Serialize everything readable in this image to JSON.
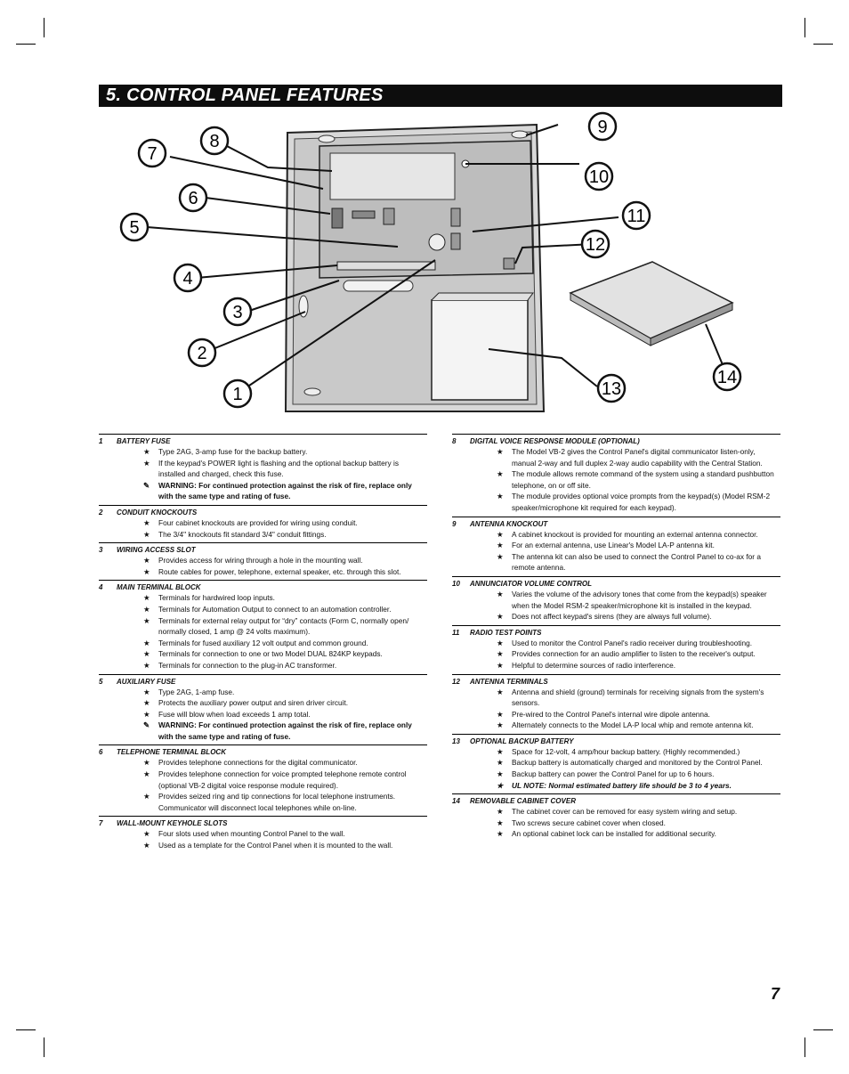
{
  "header": {
    "title": "5.   CONTROL PANEL FEATURES"
  },
  "figure": {
    "callouts": [
      "1",
      "2",
      "3",
      "4",
      "5",
      "6",
      "7",
      "8",
      "9",
      "10",
      "11",
      "12",
      "13",
      "14"
    ]
  },
  "left_sections": [
    {
      "num": "1",
      "title": "BATTERY FUSE",
      "items": [
        {
          "mark": "★",
          "text": "Type 2AG, 3-amp fuse for the backup battery."
        },
        {
          "mark": "★",
          "text": "If the keypad's POWER light is flashing and the optional backup battery is installed and charged, check this fuse."
        },
        {
          "mark": "✎",
          "text": "WARNING: For continued protection against the risk of fire, replace only with the same type and rating of fuse.",
          "style": "warn"
        }
      ]
    },
    {
      "num": "2",
      "title": "CONDUIT KNOCKOUTS",
      "items": [
        {
          "mark": "★",
          "text": "Four cabinet knockouts are provided for wiring using conduit."
        },
        {
          "mark": "★",
          "text": "The 3/4\" knockouts fit standard 3/4\" conduit fittings."
        }
      ]
    },
    {
      "num": "3",
      "title": "WIRING ACCESS SLOT",
      "items": [
        {
          "mark": "★",
          "text": "Provides access for wiring through a hole in the mounting wall."
        },
        {
          "mark": "★",
          "text": "Route cables for power, telephone, external speaker, etc. through this slot."
        }
      ]
    },
    {
      "num": "4",
      "title": "MAIN TERMINAL BLOCK",
      "items": [
        {
          "mark": "★",
          "text": "Terminals for hardwired loop inputs."
        },
        {
          "mark": "★",
          "text": "Terminals for Automation Output to connect to an automation controller."
        },
        {
          "mark": "★",
          "text": "Terminals for external relay output for “dry” contacts (Form C, normally open/ normally closed, 1 amp @ 24 volts maximum)."
        },
        {
          "mark": "★",
          "text": "Terminals for fused auxiliary 12 volt output and common ground."
        },
        {
          "mark": "★",
          "text": "Terminals for connection to one or two Model DUAL 824KP keypads."
        },
        {
          "mark": "★",
          "text": "Terminals for connection to the plug-in AC transformer."
        }
      ]
    },
    {
      "num": "5",
      "title": "AUXILIARY FUSE",
      "items": [
        {
          "mark": "★",
          "text": "Type 2AG, 1-amp fuse."
        },
        {
          "mark": "★",
          "text": "Protects the auxiliary power output and siren driver circuit."
        },
        {
          "mark": "★",
          "text": "Fuse will blow when load exceeds 1 amp total."
        },
        {
          "mark": "✎",
          "text": "WARNING: For continued protection against the risk of fire, replace only with the same type and rating of fuse.",
          "style": "warn"
        }
      ]
    },
    {
      "num": "6",
      "title": "TELEPHONE TERMINAL BLOCK",
      "items": [
        {
          "mark": "★",
          "text": "Provides telephone connections for the digital communicator."
        },
        {
          "mark": "★",
          "text": "Provides telephone connection for voice prompted telephone remote control (optional VB-2 digital voice response module required)."
        },
        {
          "mark": "★",
          "text": "Provides seized ring and tip connections for local telephone instruments. Communicator will disconnect local telephones while on-line."
        }
      ]
    },
    {
      "num": "7",
      "title": "WALL-MOUNT KEYHOLE SLOTS",
      "items": [
        {
          "mark": "★",
          "text": "Four slots used when mounting Control Panel to the wall."
        },
        {
          "mark": "★",
          "text": "Used as a template for the Control Panel when it is mounted to the wall."
        }
      ]
    }
  ],
  "right_sections": [
    {
      "num": "8",
      "title": "DIGITAL VOICE RESPONSE MODULE (OPTIONAL)",
      "items": [
        {
          "mark": "★",
          "text": "The Model VB-2 gives the Control Panel's digital communicator listen-only, manual 2-way and full duplex 2-way audio capability with the Central Station."
        },
        {
          "mark": "★",
          "text": "The module allows remote command of the system using a standard pushbutton telephone, on or off site."
        },
        {
          "mark": "★",
          "text": "The module provides optional voice prompts from the keypad(s) (Model RSM-2 speaker/microphone kit required for each keypad)."
        }
      ]
    },
    {
      "num": "9",
      "title": "ANTENNA KNOCKOUT",
      "items": [
        {
          "mark": "★",
          "text": "A cabinet knockout is provided for mounting an external antenna connector."
        },
        {
          "mark": "★",
          "text": "For an external antenna, use Linear's Model LA-P antenna kit."
        },
        {
          "mark": "★",
          "text": "The antenna kit can also be used to connect the Control Panel to co-ax for a remote antenna."
        }
      ]
    },
    {
      "num": "10",
      "title": "ANNUNCIATOR VOLUME CONTROL",
      "items": [
        {
          "mark": "★",
          "text": "Varies the volume of the advisory tones that come from the keypad(s) speaker when the Model RSM-2 speaker/microphone kit is installed in the keypad."
        },
        {
          "mark": "★",
          "text": "Does not affect keypad's sirens (they are always full volume)."
        }
      ]
    },
    {
      "num": "11",
      "title": "RADIO TEST POINTS",
      "items": [
        {
          "mark": "★",
          "text": "Used to monitor the Control Panel's radio receiver during troubleshooting."
        },
        {
          "mark": "★",
          "text": "Provides connection for an audio amplifier to listen to the receiver's output."
        },
        {
          "mark": "★",
          "text": "Helpful to determine sources of radio interference."
        }
      ]
    },
    {
      "num": "12",
      "title": "ANTENNA TERMINALS",
      "items": [
        {
          "mark": "★",
          "text": "Antenna and shield (ground) terminals for receiving signals from the system's sensors."
        },
        {
          "mark": "★",
          "text": "Pre-wired to the Control Panel's internal wire dipole antenna."
        },
        {
          "mark": "★",
          "text": "Alternately connects to the Model LA-P local whip and remote antenna kit."
        }
      ]
    },
    {
      "num": "13",
      "title": "OPTIONAL BACKUP BATTERY",
      "items": [
        {
          "mark": "★",
          "text": "Space for 12-volt, 4 amp/hour backup battery. (Highly recommended.)"
        },
        {
          "mark": "★",
          "text": "Backup battery is automatically charged and monitored by the Control Panel."
        },
        {
          "mark": "★",
          "text": "Backup battery can power the Control Panel for up to 6 hours."
        },
        {
          "mark": "★",
          "text": "UL NOTE: Normal estimated battery life should be 3 to 4 years.",
          "style": "note"
        }
      ]
    },
    {
      "num": "14",
      "title": "REMOVABLE CABINET COVER",
      "items": [
        {
          "mark": "★",
          "text": "The cabinet cover can be removed for easy system wiring and setup."
        },
        {
          "mark": "★",
          "text": "Two screws secure cabinet cover when closed."
        },
        {
          "mark": "★",
          "text": "An optional cabinet lock can be installed for additional security."
        }
      ]
    }
  ],
  "page_number": "7"
}
